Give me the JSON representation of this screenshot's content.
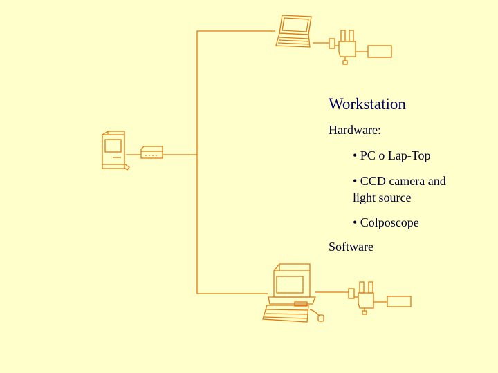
{
  "colors": {
    "background": "#ffffcc",
    "line": "#e07a10",
    "text": "#000033"
  },
  "text": {
    "title": "Workstation",
    "hardware": "Hardware:",
    "bullet_pc": "• PC o Lap-Top",
    "bullet_ccd": "• CCD camera and light source",
    "bullet_colpo": "• Colposcope",
    "software": "Software"
  },
  "icons": [
    "laptop-icon",
    "camera-icon",
    "light-source-icon",
    "server-tower-icon",
    "hub-icon",
    "desktop-computer-icon",
    "keyboard-icon",
    "mouse-icon"
  ]
}
